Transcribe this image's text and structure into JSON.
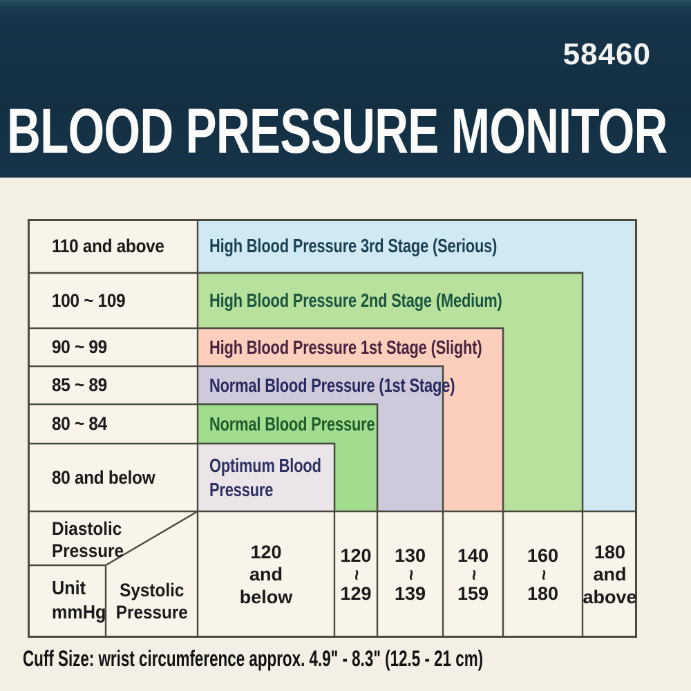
{
  "page": {
    "model_number": "58460",
    "title": "BLOOD PRESSURE MONITOR",
    "footer": "Cuff Size: wrist circumference approx. 4.9\" - 8.3\" (12.5 - 21 cm)"
  },
  "colors": {
    "header_bg": "#16344a",
    "page_bg": "#f4efe4",
    "grid_line": "#4a4a40",
    "stage3_blue": "#d0e9f3",
    "stage2_green": "#b9e19e",
    "stage1_pink": "#fccfbc",
    "normal_1st_lavender": "#cfc9dc",
    "normal_green": "#a2dc8e",
    "optimum_pale": "#ebe4e9"
  },
  "chart_data": {
    "type": "table",
    "title": "BLOOD PRESSURE MONITOR",
    "unit": "mmHg",
    "row_axis": "Diastolic Pressure",
    "col_axis": "Systolic Pressure",
    "row_axis_line1": "Diastolic",
    "row_axis_line2": "Pressure",
    "col_axis_line1": "Systolic",
    "col_axis_line2": "Pressure",
    "unit_line1": "Unit",
    "unit_line2": "mmHg",
    "rows": [
      {
        "diastolic": "110 and above",
        "systolic": "180 and above",
        "label": "High Blood Pressure 3rd Stage (Serious)",
        "color": "#d0e9f3",
        "text_color": "#1b4254"
      },
      {
        "diastolic": "100 ~ 109",
        "systolic": "160 ~ 180",
        "label": "High Blood Pressure 2nd Stage (Medium)",
        "color": "#b9e19e",
        "text_color": "#1a5540"
      },
      {
        "diastolic": "90 ~ 99",
        "systolic": "140 ~ 159",
        "label": "High Blood Pressure 1st Stage (Slight)",
        "color": "#fccfbc",
        "text_color": "#4a2340"
      },
      {
        "diastolic": "85 ~ 89",
        "systolic": "130 ~ 139",
        "label": "Normal Blood Pressure (1st Stage)",
        "color": "#cfc9dc",
        "text_color": "#282a5e"
      },
      {
        "diastolic": "80 ~ 84",
        "systolic": "120 ~ 129",
        "label": "Normal Blood Pressure",
        "color": "#a2dc8e",
        "text_color": "#1c5c2c"
      },
      {
        "diastolic": "80 and below",
        "systolic": "120 and below",
        "label": "Optimum Blood Pressure",
        "color": "#ebe4e9",
        "text_color": "#2c3161"
      }
    ],
    "systolic_headers": [
      {
        "l1": "120",
        "l2": "and",
        "l3": "below"
      },
      {
        "l1": "120",
        "l2": "~",
        "l3": "129"
      },
      {
        "l1": "130",
        "l2": "~",
        "l3": "139"
      },
      {
        "l1": "140",
        "l2": "~",
        "l3": "159"
      },
      {
        "l1": "160",
        "l2": "~",
        "l3": "180"
      },
      {
        "l1": "180",
        "l2": "and",
        "l3": "above"
      }
    ]
  }
}
